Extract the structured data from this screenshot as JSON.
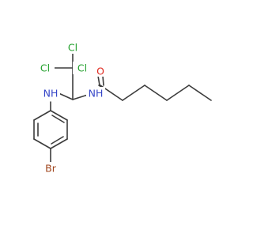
{
  "molecule": {
    "atoms": {
      "cl1": {
        "text": "Cl",
        "color": "#22a02c"
      },
      "cl2": {
        "text": "Cl",
        "color": "#22a02c"
      },
      "cl3": {
        "text": "Cl",
        "color": "#22a02c"
      },
      "nh_left": {
        "text": "NH",
        "color": "#3646c8"
      },
      "nh_right": {
        "text": "NH",
        "color": "#3646c8"
      },
      "o": {
        "text": "O",
        "color": "#e0281e"
      },
      "br": {
        "text": "Br",
        "color": "#a0461e"
      }
    },
    "bond_color": "#3c3c3c"
  }
}
